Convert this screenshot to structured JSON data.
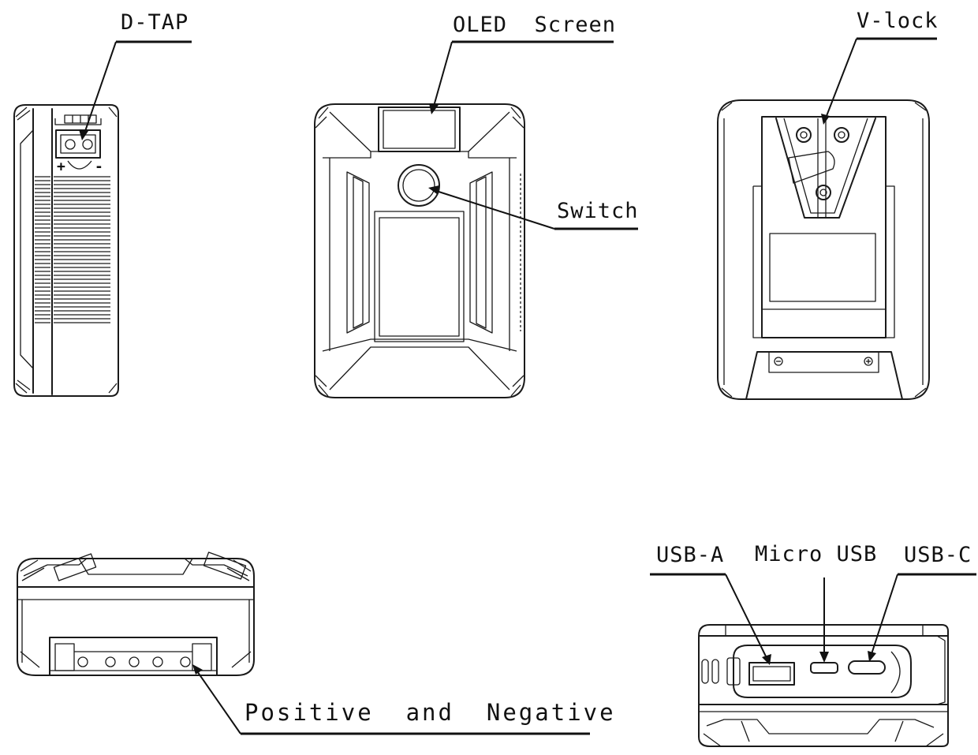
{
  "labels": {
    "d_tap": "D-TAP",
    "oled_screen": "OLED  Screen",
    "v_lock": "V-lock",
    "switch": "Switch",
    "positive_negative": "Positive  and  Negative",
    "usb_a": "USB-A",
    "micro_usb": "Micro USB",
    "usb_c": "USB-C"
  },
  "polarity": {
    "plus": "+",
    "minus": "-"
  }
}
